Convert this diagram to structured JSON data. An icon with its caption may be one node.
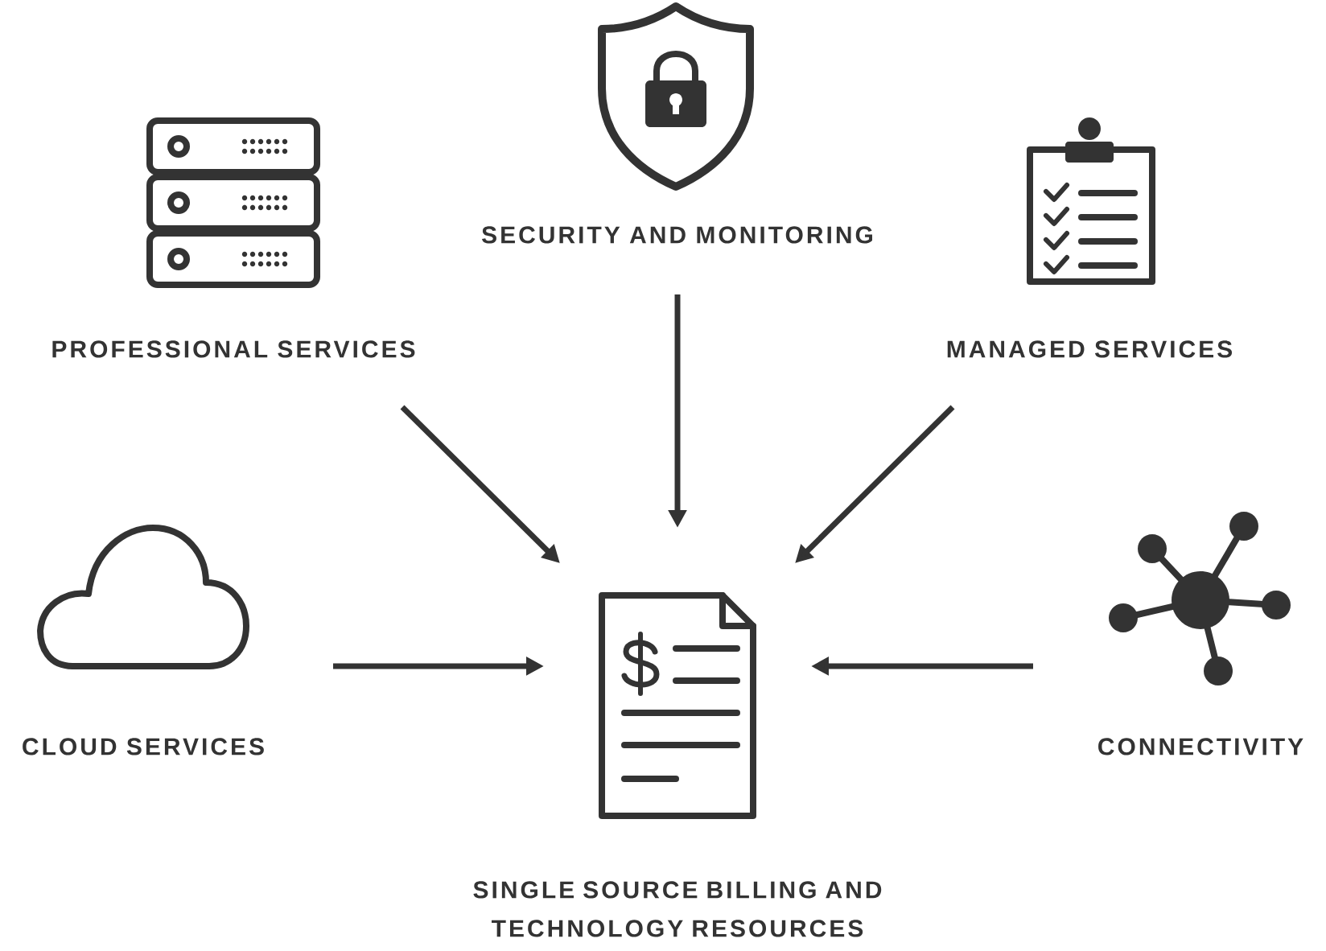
{
  "diagram": {
    "nodes": [
      {
        "text": [
          "PROFESSIONAL SERVICES"
        ]
      },
      {
        "text": [
          "SECURITY AND MONITORING"
        ]
      },
      {
        "text": [
          "MANAGED SERVICES"
        ]
      },
      {
        "text": [
          "CLOUD SERVICES"
        ]
      },
      {
        "text": [
          "CONNECTIVITY"
        ]
      },
      {
        "text": [
          "SINGLE SOURCE BILLING AND TECHNOLOGY RESOURCES"
        ]
      }
    ],
    "edges": [
      {
        "from": 0,
        "to": 5,
        "arrow": "to"
      },
      {
        "from": 1,
        "to": 5,
        "arrow": "to"
      },
      {
        "from": 2,
        "to": 5,
        "arrow": "to"
      },
      {
        "from": 3,
        "to": 5,
        "arrow": "to"
      },
      {
        "from": 4,
        "to": 5,
        "arrow": "to"
      }
    ]
  }
}
